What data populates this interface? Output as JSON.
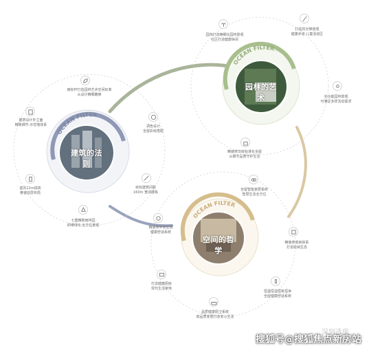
{
  "circles": {
    "architecture": {
      "title": "建筑的法则",
      "ring_text": "OCEAN FILTER",
      "color": "#8d97b4"
    },
    "garden": {
      "title": "园林的艺术",
      "ring_text": "OCEAN FILTER",
      "color": "#a7bd8e"
    },
    "space": {
      "title": "空间的哲学",
      "ring_text": "OCEAN FILTER",
      "color": "#d9c193"
    }
  },
  "labels": {
    "a_top": "雨标杆打造园林艺术空间标准\n从设计精细雕琢",
    "a_tl": "建筑设计外立面\n精致细节·示范墙体系",
    "a_tr": "调色设计\n全屋彩绘搭配",
    "a_l": "室内12m挑高\n奢装双层布局",
    "a_r": "目标建筑间距\n160m 宽阔楼栋",
    "a_bot": "七重精致雨林园\n四维绿化·全方位景观",
    "g_tl": "园林打造精细化园林景观\n社区打造健康休闲",
    "g_tr": "打造风光带景观\n健康步道·儿童活动区",
    "g_r": "全功能园林景观\n可满足多样活动需求",
    "g_b": "精装修交房标准化全屋\n从细节品质守护生活",
    "s_t": "全屋智能家居系统\n智慧生活全方位",
    "s_r": "精装修收纳体系\n打造收纳生态",
    "s_l": "精装修中央空调\n健康舒适系统",
    "s_rb": "恒温恒湿恒氧恒净\n全屋健康舒适系统",
    "s_lb": "打造健康厨房\n现代生活家电",
    "s_b": "品质健康厨卫系统\n高品质家居打造安心生活"
  },
  "icons": {
    "a_top": "leaf-icon",
    "a_tl": "building-icon",
    "a_tr": "palette-icon",
    "a_l": "door-icon",
    "a_r": "ruler-icon",
    "a_bot": "tree-icon",
    "g_tl": "sprout-icon",
    "g_tr": "path-icon",
    "g_r": "flower-icon",
    "g_b": "gift-icon",
    "s_t": "link-icon",
    "s_r": "box-icon",
    "s_l": "fan-icon",
    "s_rb": "thermometer-icon",
    "s_lb": "tv-icon",
    "s_b": "bathtub-icon"
  },
  "watermark": {
    "brand": "搜狐号@搜狐焦点新房站",
    "sub": "深圳选房"
  },
  "colors": {
    "blue_arc": "#9aa3bd",
    "green_arc": "#b1c49a",
    "gold_arc": "#dcc9a0",
    "dotted": "#c9c9c9"
  }
}
